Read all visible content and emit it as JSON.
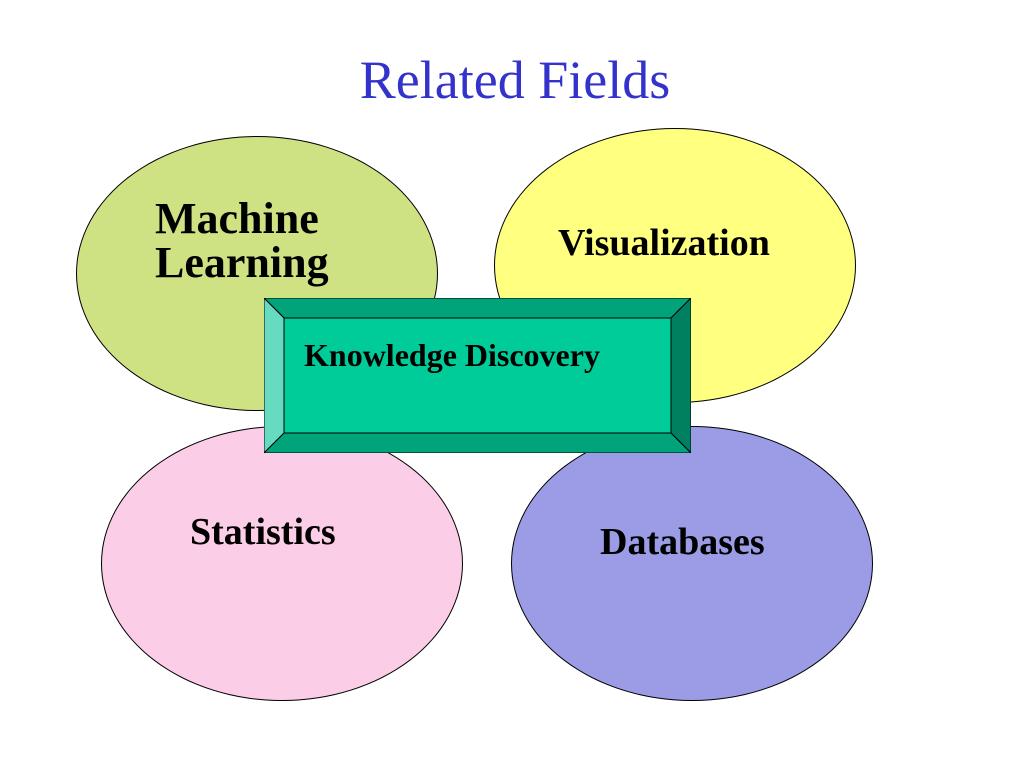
{
  "slide": {
    "title": "Related Fields",
    "title_color": "#3333cc"
  },
  "fields": {
    "machine_learning": {
      "label": "Machine\nLearning",
      "color": "#cfe283"
    },
    "visualization": {
      "label": "Visualization",
      "color": "#ffff80"
    },
    "statistics": {
      "label": "Statistics",
      "color": "#fbcde6"
    },
    "databases": {
      "label": "Databases",
      "color": "#9c9ce6"
    }
  },
  "center": {
    "label": "Knowledge Discovery",
    "face_color": "#00cc99",
    "bevel_light": "#66dbbf",
    "bevel_dark": "#00805f",
    "bevel_mid": "#00a37a"
  }
}
